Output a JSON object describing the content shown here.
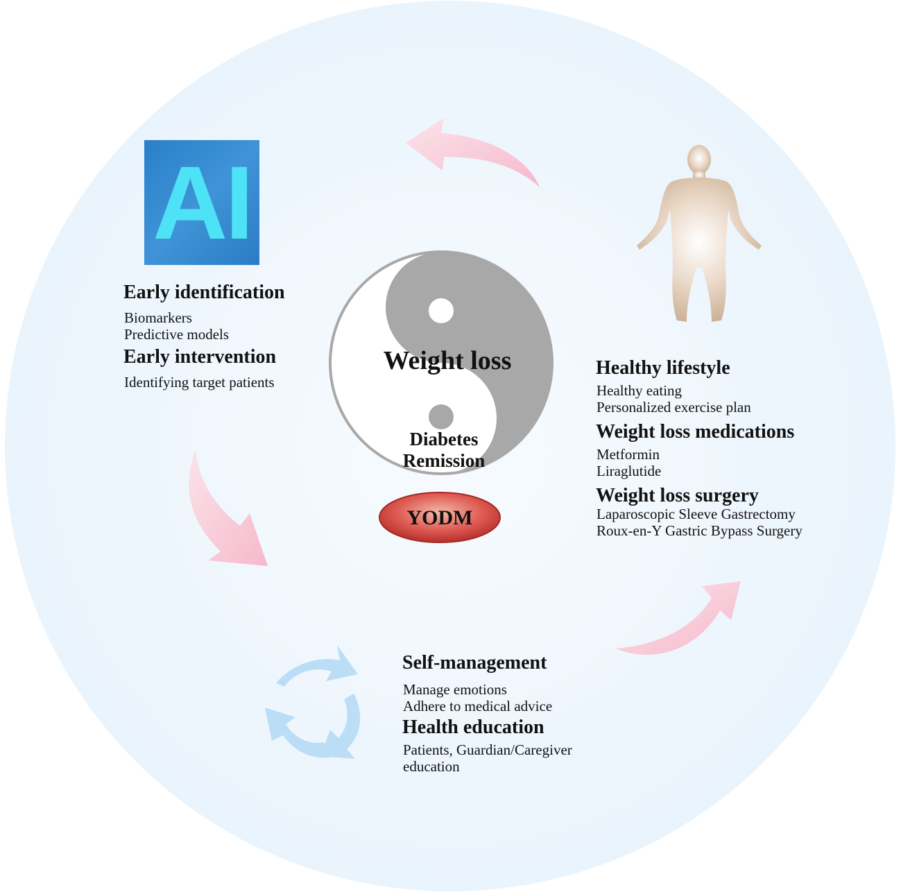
{
  "center": {
    "title": "Weight loss",
    "remission_line1": "Diabetes",
    "remission_line2": "Remission",
    "badge": "YODM"
  },
  "ai_logo": {
    "text": "AI"
  },
  "early": {
    "heading1": "Early identification",
    "items1": [
      "Biomarkers",
      "Predictive models"
    ],
    "heading2": "Early intervention",
    "items2": [
      "Identifying target patients"
    ]
  },
  "lifestyle": {
    "heading1": "Healthy lifestyle",
    "items1": [
      "Healthy eating",
      "Personalized exercise plan"
    ],
    "heading2": "Weight loss medications",
    "items2": [
      "Metformin",
      "Liraglutide"
    ],
    "heading3": "Weight loss surgery",
    "items3": [
      "Laparoscopic Sleeve Gastrectomy",
      "Roux-en-Y Gastric Bypass Surgery"
    ]
  },
  "selfcare": {
    "heading1": "Self-management",
    "items1": [
      "Manage emotions",
      "Adhere to medical advice"
    ],
    "heading2": "Health education",
    "items2": [
      "Patients, Guardian/Caregiver",
      "education"
    ]
  },
  "icons": {
    "cycle_arrows": "pink-curved-arrow-icon",
    "recycle": "recycle-arrows-icon",
    "body": "human-body-icon",
    "yin_yang": "yin-yang-icon"
  },
  "colors": {
    "background_circle": "#eef6fd",
    "pink_arrow": "#f8c9d6",
    "blue_recycle": "#b9dcf6",
    "badge_red": "#d9534f",
    "ai_blue": "#2f86cf",
    "ai_cyan": "#4ee2f6"
  }
}
